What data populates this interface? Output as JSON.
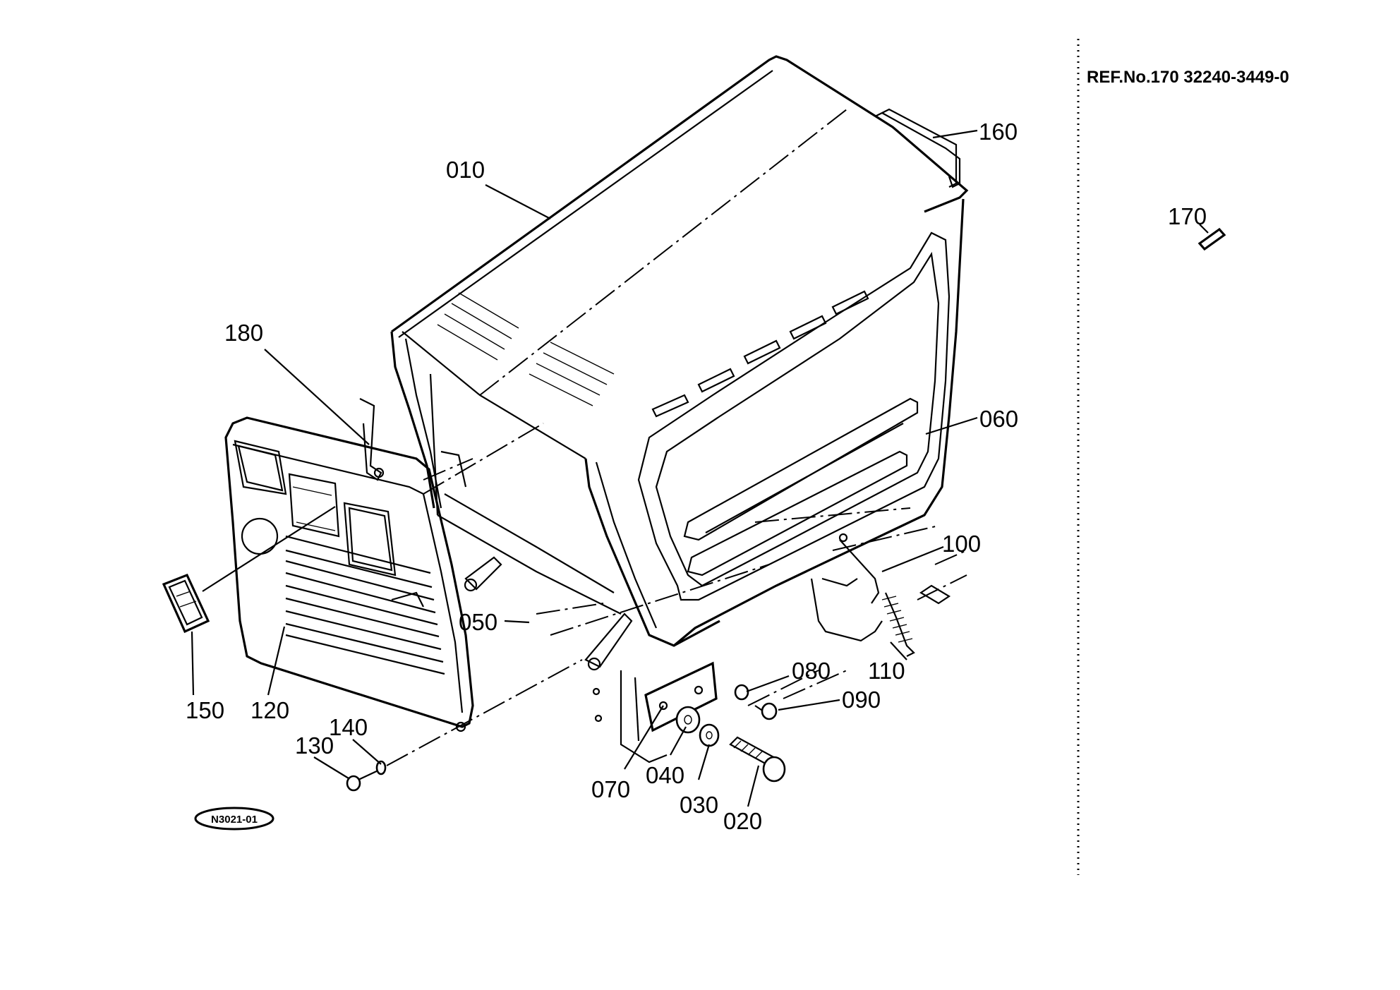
{
  "reference": {
    "text": "REF.No.170 32240-3449-0"
  },
  "drawing_code": "N3021-01",
  "callouts": [
    {
      "id": "010",
      "label": "010"
    },
    {
      "id": "160",
      "label": "160"
    },
    {
      "id": "170",
      "label": "170"
    },
    {
      "id": "180",
      "label": "180"
    },
    {
      "id": "060",
      "label": "060"
    },
    {
      "id": "100",
      "label": "100"
    },
    {
      "id": "050",
      "label": "050"
    },
    {
      "id": "080",
      "label": "080"
    },
    {
      "id": "090",
      "label": "090"
    },
    {
      "id": "110",
      "label": "110"
    },
    {
      "id": "150",
      "label": "150"
    },
    {
      "id": "120",
      "label": "120"
    },
    {
      "id": "130",
      "label": "130"
    },
    {
      "id": "140",
      "label": "140"
    },
    {
      "id": "070",
      "label": "070"
    },
    {
      "id": "040",
      "label": "040"
    },
    {
      "id": "030",
      "label": "030"
    },
    {
      "id": "020",
      "label": "020"
    }
  ]
}
